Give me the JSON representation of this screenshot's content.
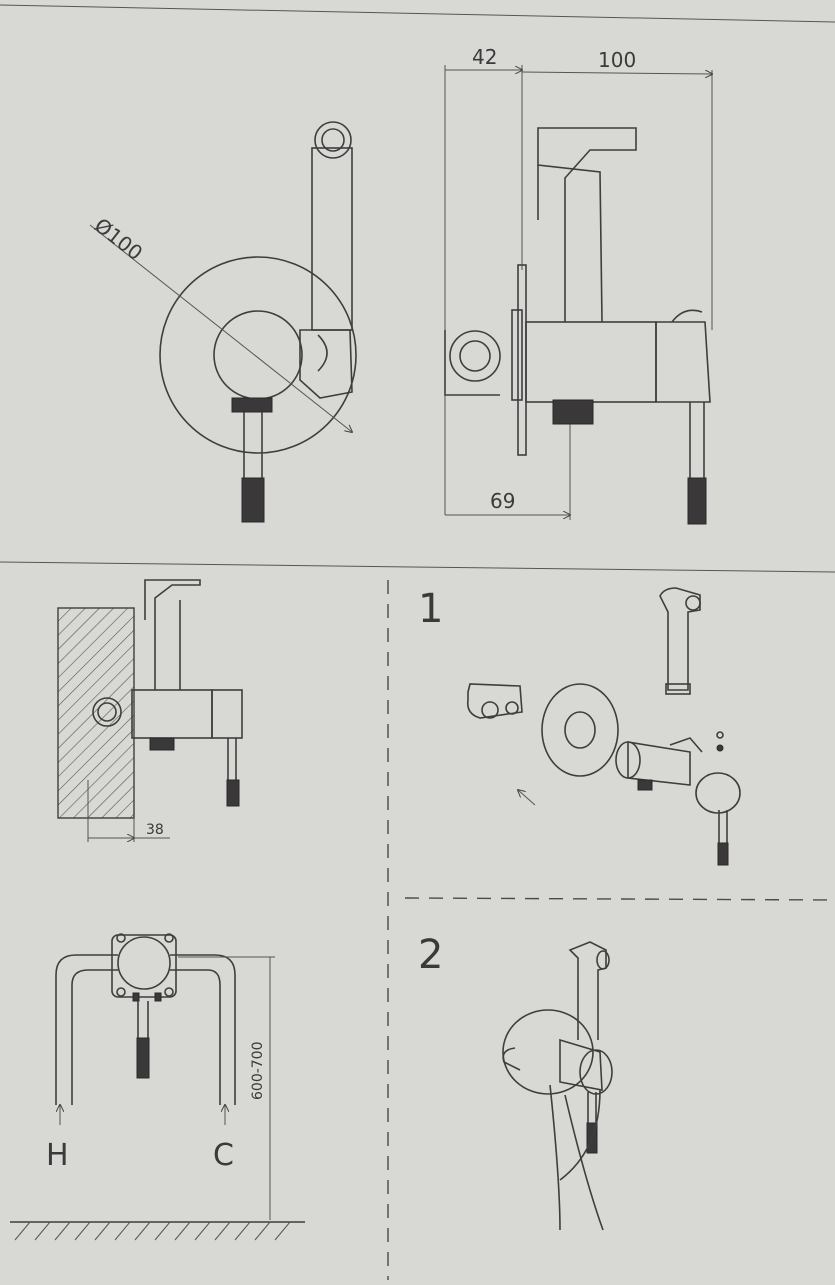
{
  "dimensions": {
    "diameter": "Ø100",
    "depth_42": "42",
    "length_100": "100",
    "depth_69": "69",
    "wall_38": "38",
    "height_range": "600-700"
  },
  "steps": {
    "step1": "1",
    "step2": "2"
  },
  "pipes": {
    "hot": "H",
    "cold": "C"
  },
  "colors": {
    "paper": "#d8d9d4",
    "line": "#3e3e3e",
    "knurl": "#3a3838"
  }
}
